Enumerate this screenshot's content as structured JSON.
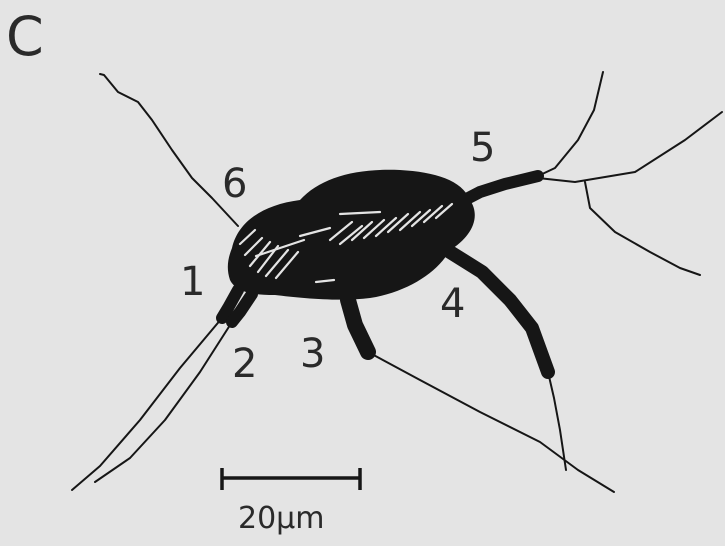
{
  "figure": {
    "panel_label": "C",
    "process_labels": {
      "p1": "1",
      "p2": "2",
      "p3": "3",
      "p4": "4",
      "p5": "5",
      "p6": "6"
    },
    "scale_bar": {
      "label": "20µm"
    },
    "colors": {
      "background": "#e4e4e4",
      "ink": "#161616",
      "text": "#2a2a2a"
    }
  }
}
